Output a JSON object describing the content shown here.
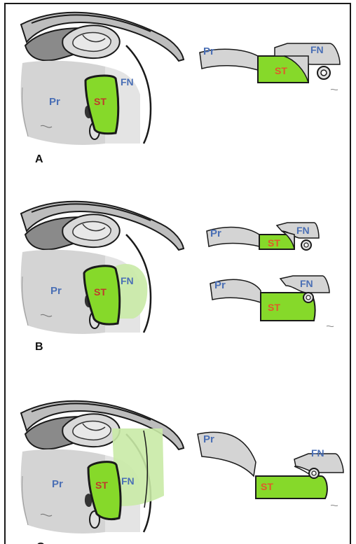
{
  "labels": {
    "pr": "Pr",
    "fn": "FN",
    "st": "ST"
  },
  "panels": [
    "A",
    "B",
    "C"
  ],
  "colors": {
    "st_green": "#86d92a",
    "halo_green": "#c9eaa6",
    "bone_gray": "#d4d4d4",
    "dark_gray": "#8a8a8a",
    "outline": "#1a1a1a"
  }
}
